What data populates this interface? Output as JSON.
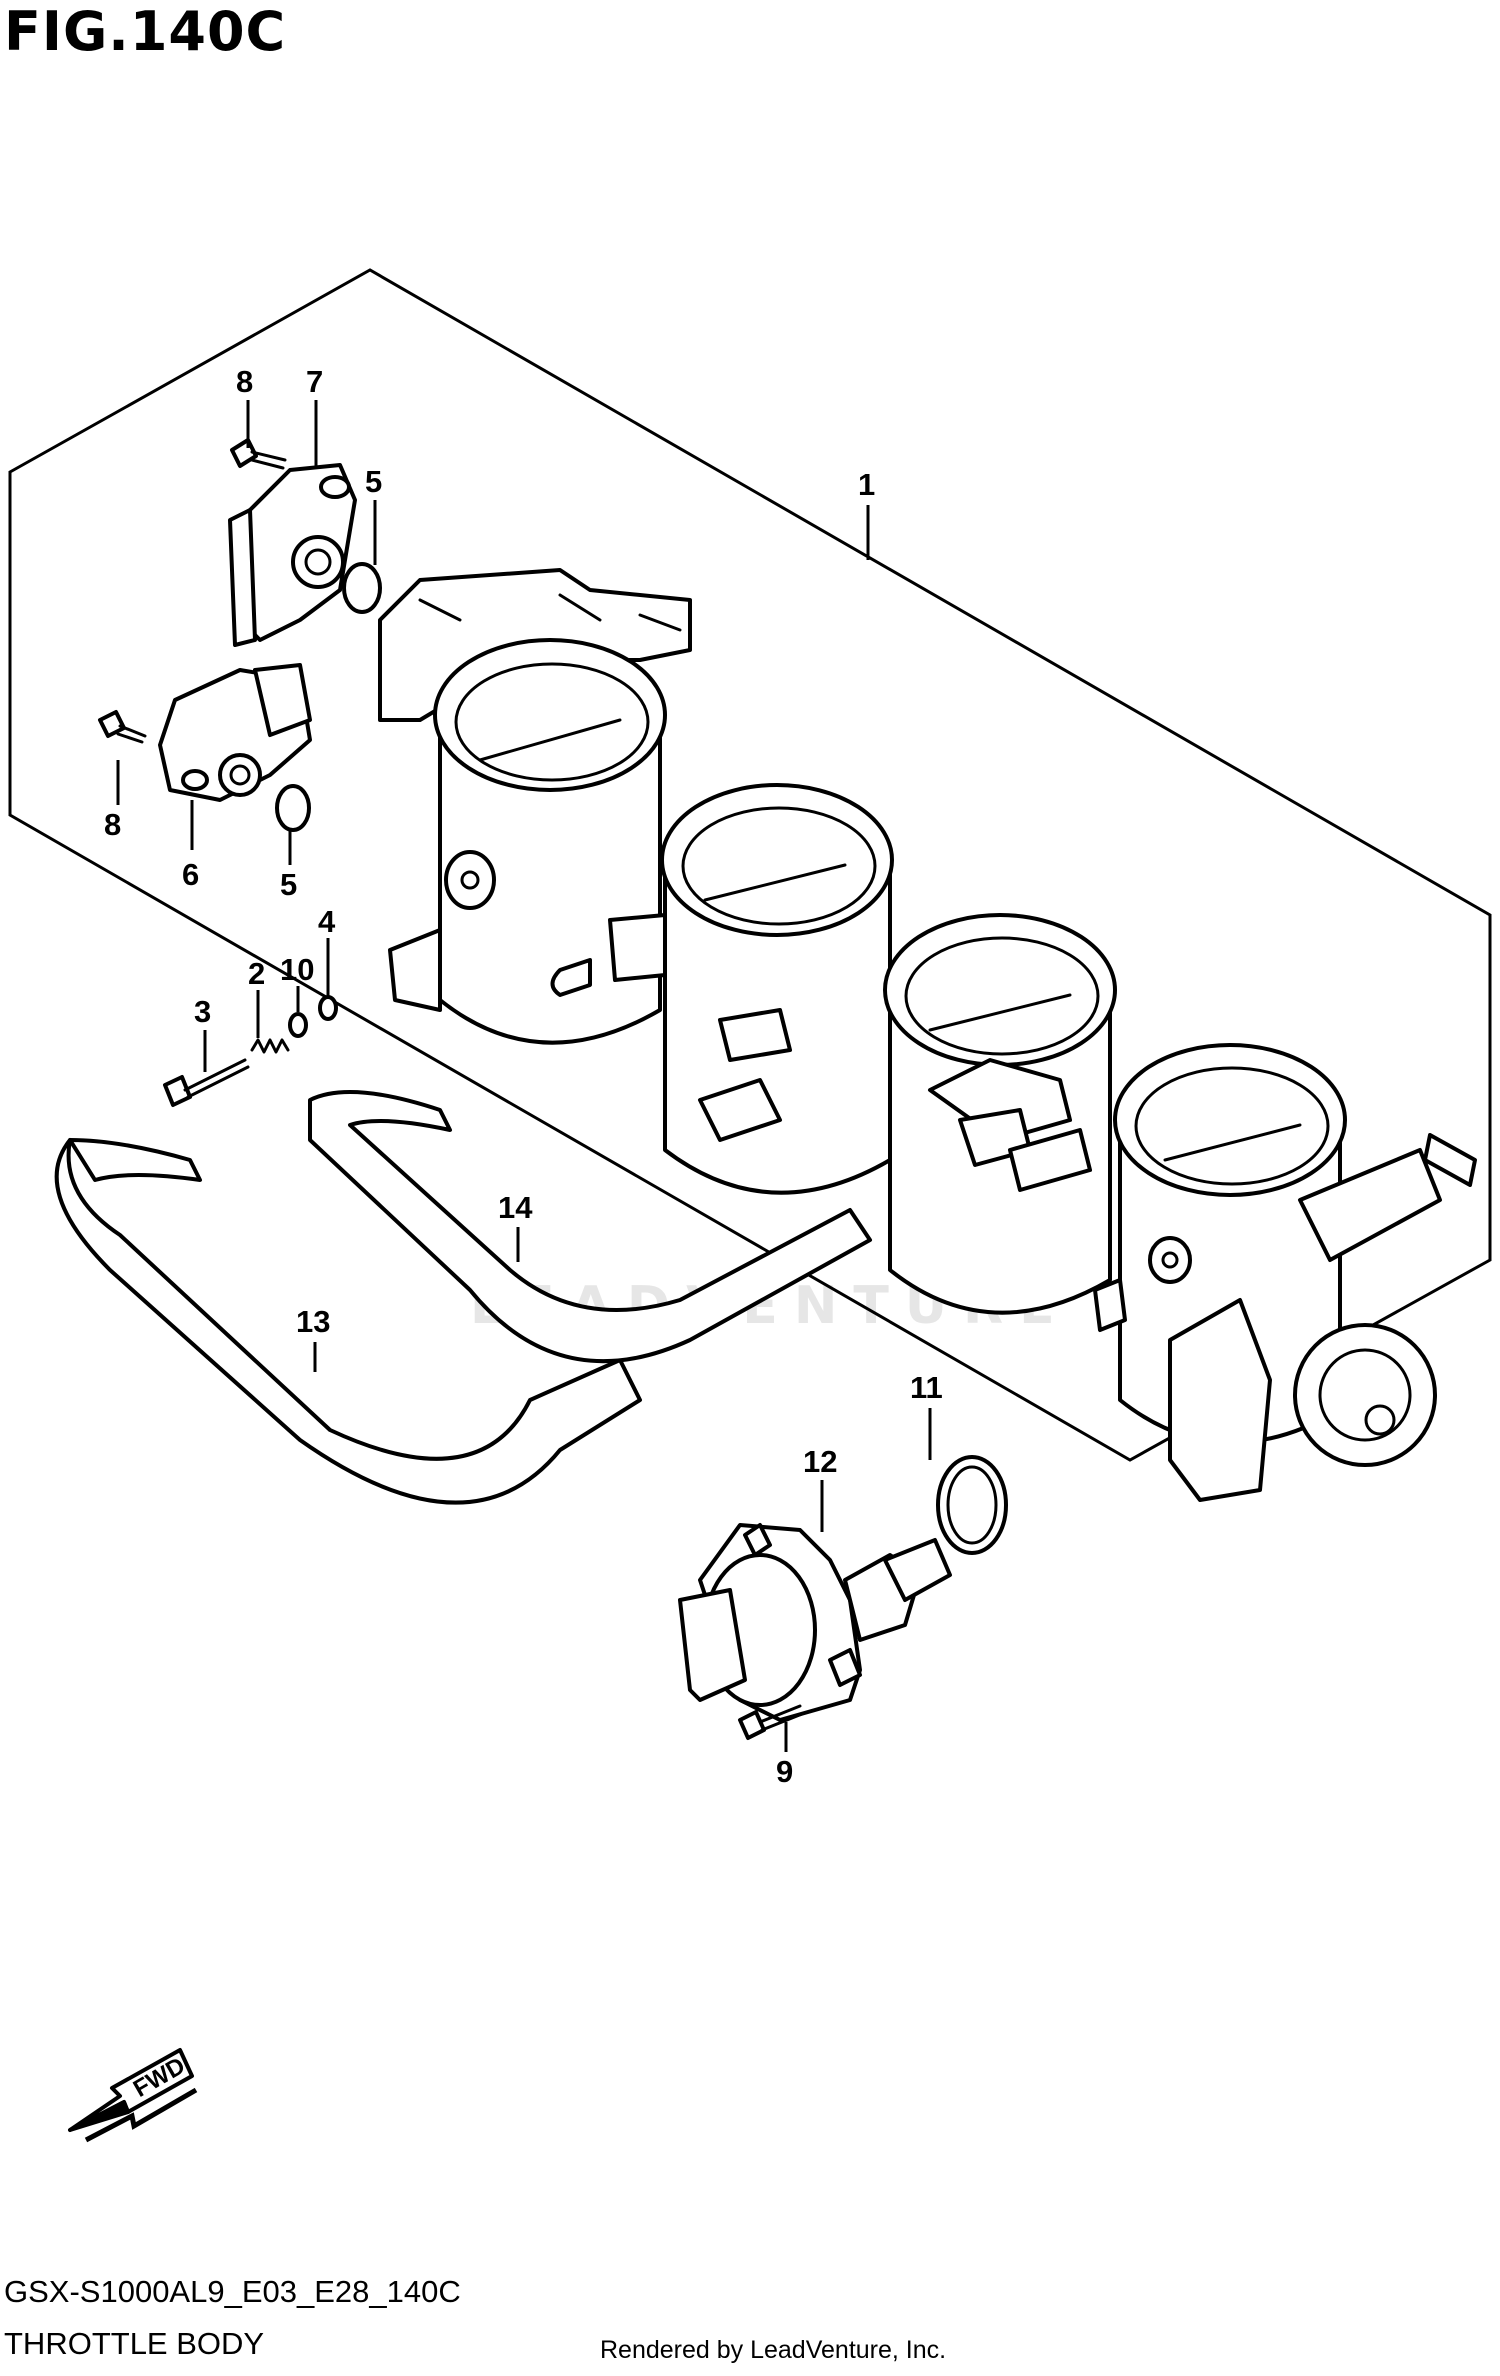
{
  "figure_title": "FIG.140C",
  "watermark": "LEADVENTURE",
  "fwd_label": "FWD",
  "callouts": {
    "p1": "1",
    "p2": "2",
    "p3": "3",
    "p4": "4",
    "p5a": "5",
    "p5b": "5",
    "p6": "6",
    "p7": "7",
    "p8a": "8",
    "p8b": "8",
    "p9": "9",
    "p10": "10",
    "p11": "11",
    "p12": "12",
    "p13": "13",
    "p14": "14"
  },
  "footer": {
    "code": "GSX-S1000AL9_E03_E28_140C",
    "description": "THROTTLE BODY",
    "rendered_by": "Rendered by LeadVenture, Inc."
  }
}
